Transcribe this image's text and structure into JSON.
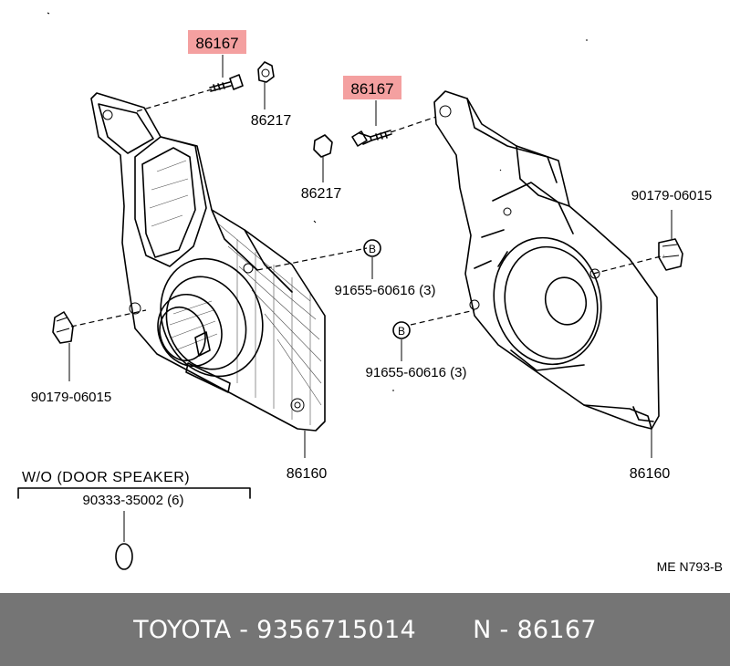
{
  "callouts": {
    "part_highlight_left": "86167",
    "part_highlight_right": "86167",
    "clip_left": "86217",
    "clip_right": "86217",
    "nut_right": "90179-06015",
    "nut_left": "90179-06015",
    "screw_top": "91655-60616 (3)",
    "screw_bottom": "91655-60616 (3)",
    "bracket_left": "86160",
    "bracket_right": "86160",
    "wo_note": "W/O (DOOR SPEAKER)",
    "wo_part": "90333-35002 (6)",
    "marker_b": "B",
    "drawing_code": "ME  N793-B"
  },
  "colors": {
    "highlight": "#f4a0a0",
    "footer_bg": "#757575",
    "footer_text": "#ffffff"
  },
  "footer": {
    "brand": "TOYOTA",
    "sep1": " - ",
    "part_number": "9356715014",
    "gap": "       ",
    "n_label": "N",
    "sep2": " - ",
    "ref": "86167"
  }
}
